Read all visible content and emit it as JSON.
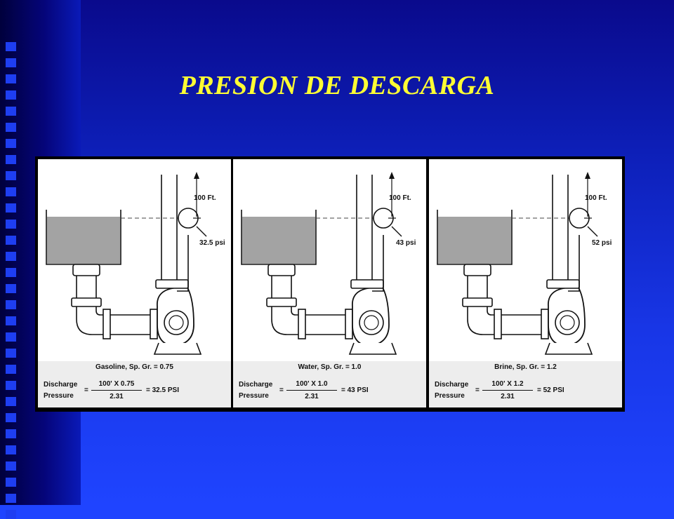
{
  "slide": {
    "title": "PRESION DE DESCARGA"
  },
  "panels": [
    {
      "height_label": "100 Ft.",
      "pressure_label": "32.5 psi",
      "fluid_label": "Gasoline, Sp. Gr. = 0.75",
      "formula": {
        "label_line1": "Discharge",
        "label_line2": "Pressure",
        "equals": "=",
        "numerator": "100' X 0.75",
        "denominator": "2.31",
        "result": "= 32.5 PSI"
      }
    },
    {
      "height_label": "100 Ft.",
      "pressure_label": "43 psi",
      "fluid_label": "Water, Sp. Gr. = 1.0",
      "formula": {
        "label_line1": "Discharge",
        "label_line2": "Pressure",
        "equals": "=",
        "numerator": "100' X 1.0",
        "denominator": "2.31",
        "result": "= 43 PSI"
      }
    },
    {
      "height_label": "100 Ft.",
      "pressure_label": "52 psi",
      "fluid_label": "Brine, Sp. Gr. = 1.2",
      "formula": {
        "label_line1": "Discharge",
        "label_line2": "Pressure",
        "equals": "=",
        "numerator": "100' X 1.2",
        "denominator": "2.31",
        "result": "= 52 PSI"
      }
    }
  ],
  "colors": {
    "background": "#1F44FF",
    "title": "#FFFF33",
    "tank_fluid": "#a3a3a3",
    "frame": "#000000"
  }
}
